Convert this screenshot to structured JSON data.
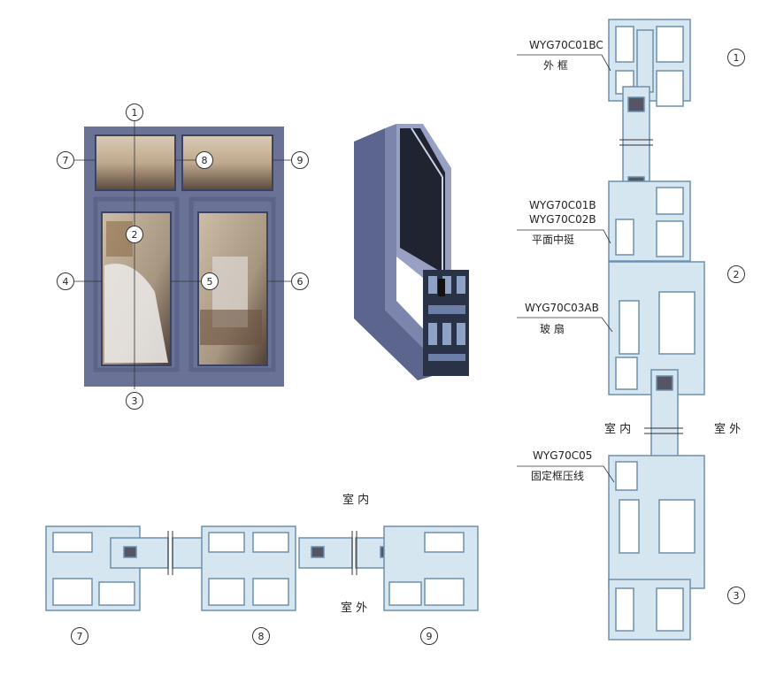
{
  "window_callouts": [
    "1",
    "2",
    "3",
    "4",
    "5",
    "6",
    "7",
    "8",
    "9"
  ],
  "right_section_labels": {
    "outer_frame_code": "WYG70C01BC",
    "outer_frame_name": "外 框",
    "mullion_code_1": "WYG70C01B",
    "mullion_code_2": "WYG70C02B",
    "mullion_name": "平面中挺",
    "sash_code": "WYG70C03AB",
    "sash_name": "玻 扇",
    "bead_code": "WYG70C05",
    "bead_name": "固定框压线"
  },
  "right_section_callouts": [
    "1",
    "2",
    "3"
  ],
  "indoor": "室 内",
  "outdoor": "室 外",
  "bottom_section_callouts": [
    "7",
    "8",
    "9"
  ],
  "colors": {
    "frame": "#6a7396",
    "profile": "#a9c6dc",
    "profile_stroke": "#6d90ae"
  }
}
